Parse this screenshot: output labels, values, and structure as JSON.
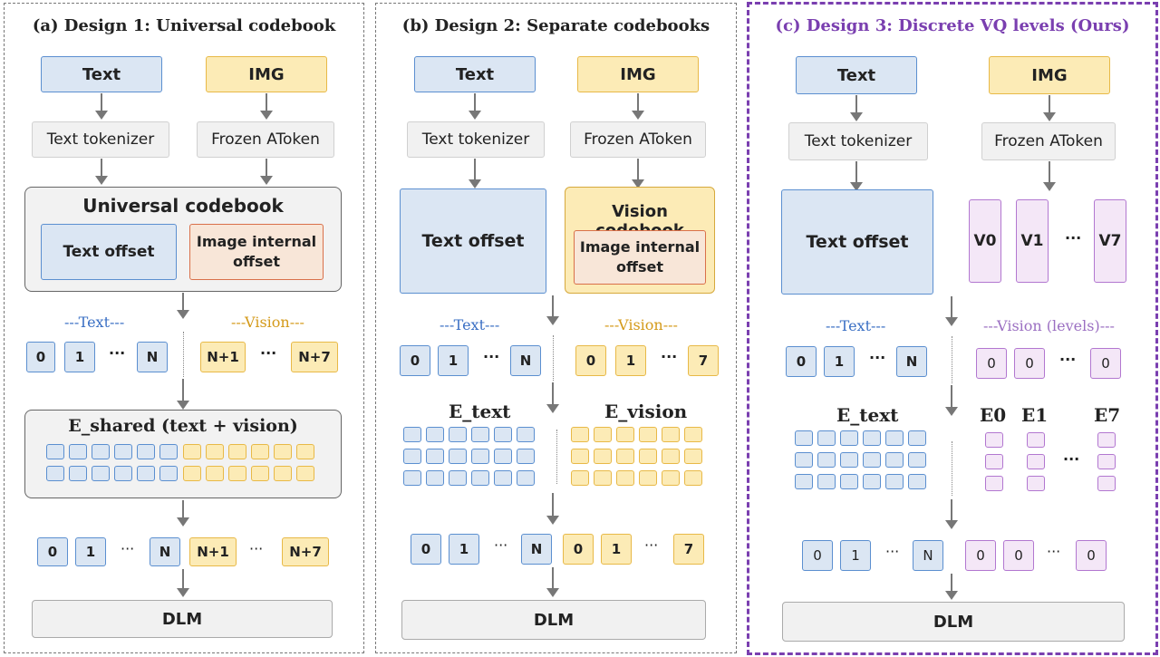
{
  "panels": [
    {
      "title": "(a) Design 1: Universal codebook",
      "text_input": "Text",
      "img_input": "IMG",
      "text_tokenizer": "Text tokenizer",
      "img_tokenizer": "Frozen AToken",
      "codebook_title": "Universal codebook",
      "text_offset": "Text offset",
      "image_offset_line1": "Image internal",
      "image_offset_line2": "offset",
      "text_group": "---Text---",
      "vision_group": "---Vision---",
      "text_tokens": [
        "0",
        "1",
        "···",
        "N"
      ],
      "vision_tokens": [
        "N+1",
        "···",
        "N+7"
      ],
      "embedding_title": "E_shared (text + vision)",
      "out_tokens": [
        "0",
        "1",
        "···",
        "N",
        "N+1",
        "···",
        "N+7"
      ],
      "dlm": "DLM"
    },
    {
      "title": "(b) Design 2: Separate codebooks",
      "text_input": "Text",
      "img_input": "IMG",
      "text_tokenizer": "Text tokenizer",
      "img_tokenizer": "Frozen AToken",
      "text_offset": "Text offset",
      "codebook_title": "Vision codebook",
      "image_offset_line1": "Image internal",
      "image_offset_line2": "offset",
      "text_group": "---Text---",
      "vision_group": "---Vision---",
      "text_tokens": [
        "0",
        "1",
        "···",
        "N"
      ],
      "vision_tokens": [
        "0",
        "1",
        "···",
        "7"
      ],
      "e_text": "E_text",
      "e_vision": "E_vision",
      "out_tokens": [
        "0",
        "1",
        "···",
        "N",
        "0",
        "1",
        "···",
        "7"
      ],
      "dlm": "DLM"
    },
    {
      "title": "(c) Design 3: Discrete VQ levels (Ours)",
      "text_input": "Text",
      "img_input": "IMG",
      "text_tokenizer": "Text tokenizer",
      "img_tokenizer": "Frozen AToken",
      "text_offset": "Text offset",
      "levels": [
        "V0",
        "V1",
        "···",
        "V7"
      ],
      "text_group": "---Text---",
      "vision_group": "---Vision (levels)---",
      "text_tokens": [
        "0",
        "1",
        "···",
        "N"
      ],
      "vision_tokens": [
        "0",
        "0",
        "···",
        "0"
      ],
      "e_text": "E_text",
      "e_levels": [
        "E0",
        "E1",
        "···",
        "E7"
      ],
      "out_tokens": [
        "0",
        "1",
        "···",
        "N",
        "0",
        "0",
        "···",
        "0"
      ],
      "dlm": "DLM"
    }
  ],
  "colors": {
    "text": "#5b8fd0",
    "vision": "#e8b947",
    "ours": "#7a3fb0",
    "group_text": "#3a6fc4",
    "group_vision": "#d49a1a"
  }
}
